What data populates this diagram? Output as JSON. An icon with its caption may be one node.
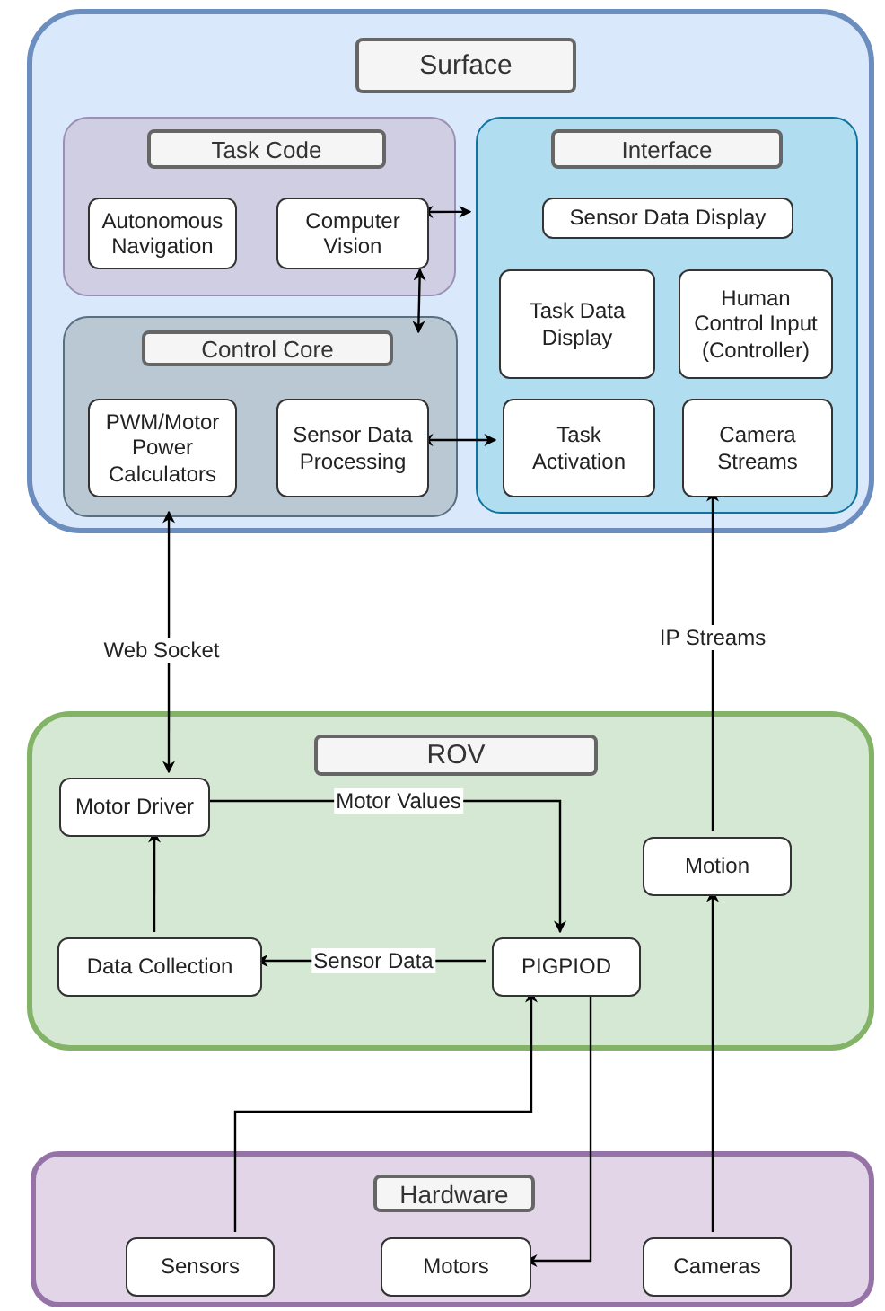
{
  "diagram": {
    "nodes": [
      {
        "text": [
          "Surface"
        ]
      },
      {
        "text": [
          "Task Code"
        ],
        "in": 0
      },
      {
        "text": [
          "Autonomous Navigation"
        ],
        "in": 1
      },
      {
        "text": [
          "Computer Vision"
        ],
        "in": 1
      },
      {
        "text": [
          "Control Core"
        ],
        "in": 0
      },
      {
        "text": [
          "PWM/Motor Power Calculators"
        ],
        "in": 4
      },
      {
        "text": [
          "Sensor Data Processing"
        ],
        "in": 4
      },
      {
        "text": [
          "Interface"
        ],
        "in": 0
      },
      {
        "text": [
          "Sensor Data Display"
        ],
        "in": 7
      },
      {
        "text": [
          "Task Data Display"
        ],
        "in": 7
      },
      {
        "text": [
          "Human Control Input (Controller)"
        ],
        "in": 7
      },
      {
        "text": [
          "Task Activation"
        ],
        "in": 7
      },
      {
        "text": [
          "Camera Streams"
        ],
        "in": 7
      },
      {
        "text": [
          "ROV"
        ]
      },
      {
        "text": [
          "Motor Driver"
        ],
        "in": 13
      },
      {
        "text": [
          "Data Collection"
        ],
        "in": 13
      },
      {
        "text": [
          "PIGPIOD"
        ],
        "in": 13
      },
      {
        "text": [
          "Motion"
        ],
        "in": 13
      },
      {
        "text": [
          "Hardware"
        ]
      },
      {
        "text": [
          "Sensors"
        ],
        "in": 18
      },
      {
        "text": [
          "Motors"
        ],
        "in": 18
      },
      {
        "text": [
          "Cameras"
        ],
        "in": 18
      }
    ],
    "edges": [
      {
        "from": 3,
        "to": 7,
        "arrow": "both"
      },
      {
        "from": 1,
        "to": 4,
        "arrow": "both"
      },
      {
        "from": 6,
        "to": 11,
        "arrow": "both"
      },
      {
        "from": 14,
        "to": 4,
        "arrow": "both",
        "label": "Web Socket"
      },
      {
        "from": 17,
        "to": 12,
        "arrow": "to",
        "label": "IP Streams"
      },
      {
        "from": 14,
        "to": 16,
        "arrow": "to",
        "label": "Motor Values"
      },
      {
        "from": 16,
        "to": 15,
        "arrow": "to",
        "label": "Sensor Data"
      },
      {
        "from": 15,
        "to": 14,
        "arrow": "to"
      },
      {
        "from": 19,
        "to": 16,
        "arrow": "to"
      },
      {
        "from": 16,
        "to": 20,
        "arrow": "to"
      },
      {
        "from": 21,
        "to": 17,
        "arrow": "to"
      }
    ]
  }
}
